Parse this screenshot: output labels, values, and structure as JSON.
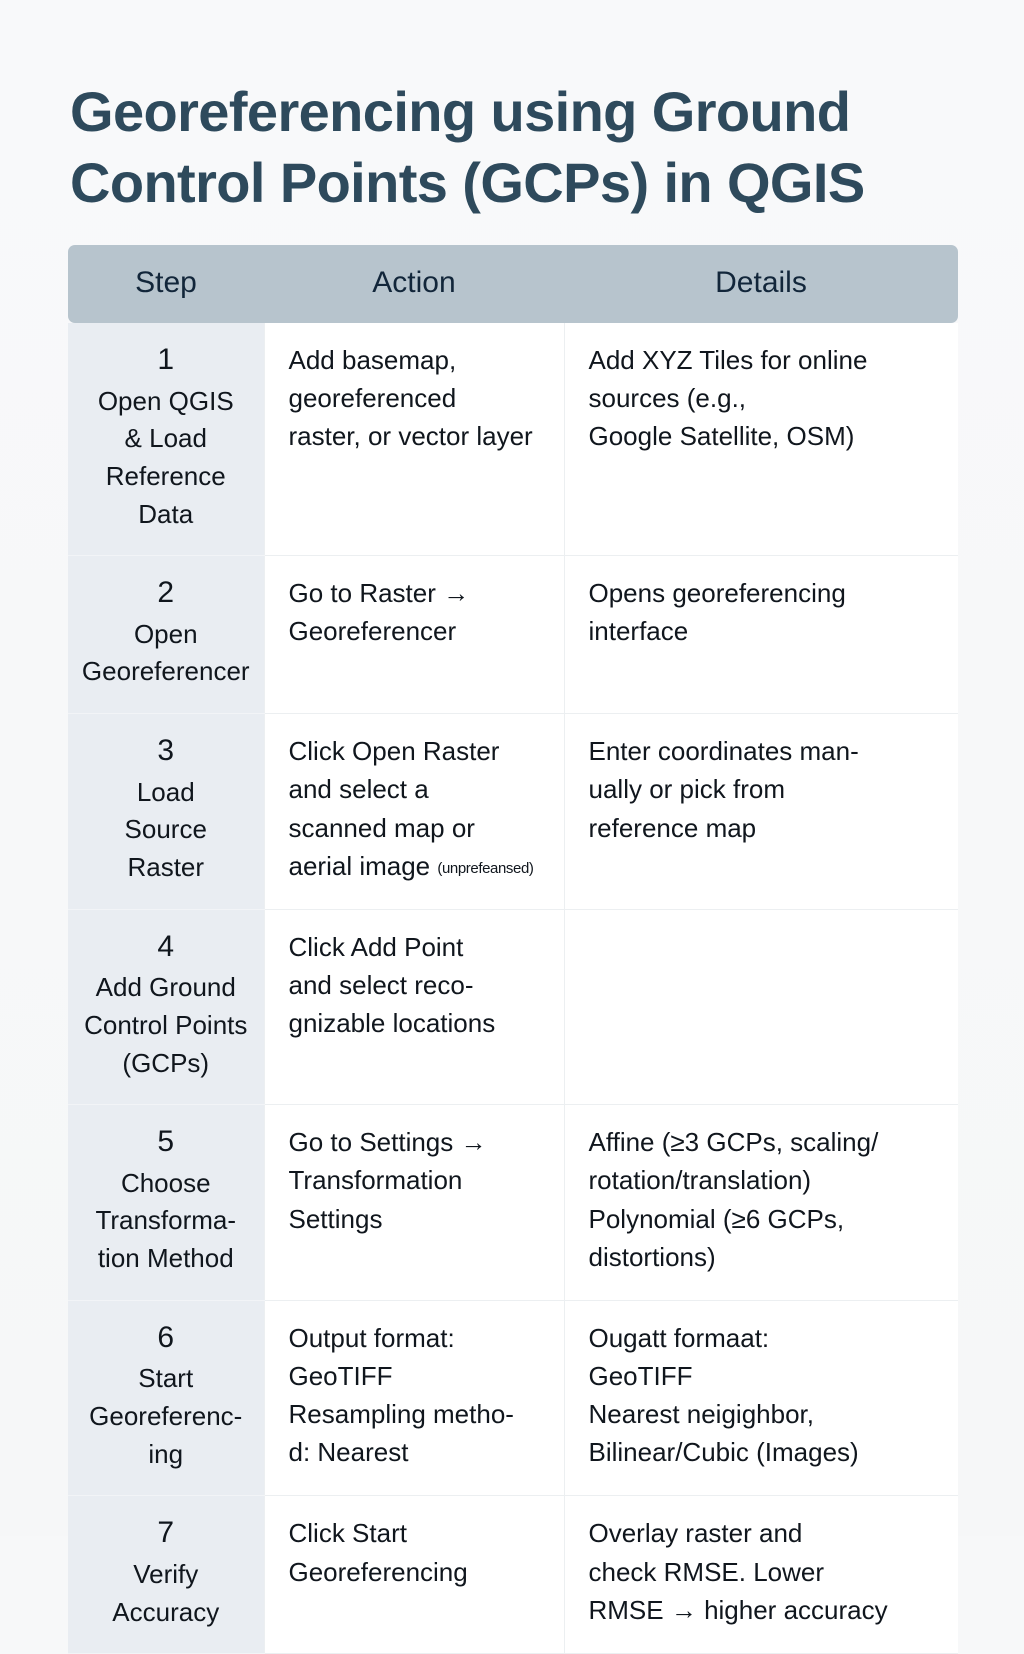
{
  "document": {
    "title": "Georeferencing using Ground Control Points (GCPs) in QGIS",
    "background_color": "#f7f8f9",
    "title_color": "#2e4a5c",
    "header_background": "#b7c4cd",
    "step_column_background": "#e9edf2"
  },
  "table": {
    "columns": [
      "Step",
      "Action",
      "Details"
    ],
    "rows": [
      {
        "number": "1",
        "step_label": "Open QGIS\n& Load\nReference Data",
        "action": "Add basemap,\ngeoreferenced\nraster, or vector layer",
        "details": "Add XYZ Tiles for online\nsources (e.g.,\nGoogle Satellite, OSM)"
      },
      {
        "number": "2",
        "step_label": "Open\nGeoreferencer",
        "action": "Go to Raster →\nGeoreferencer",
        "details": "Opens georeferencing\ninterface"
      },
      {
        "number": "3",
        "step_label": "Load\nSource\nRaster",
        "action": "Click Open Raster\nand select a\nscanned map or\naerial image ",
        "action_note": "(unprefeansed)",
        "details": "Enter coordinates man-\nually or pick from\nreference map"
      },
      {
        "number": "4",
        "step_label": "Add Ground\nControl Points\n(GCPs)",
        "action": "Click Add Point\nand select reco-\ngnizable locations",
        "details": ""
      },
      {
        "number": "5",
        "step_label": "Choose\nTransforma-\ntion Method",
        "action": "Go to Settings →\nTransformation\nSettings",
        "details": "Affine (≥3 GCPs, scaling/\nrotation/translation)\nPolynomial (≥6 GCPs,\ndistortions)"
      },
      {
        "number": "6",
        "step_label": "Start\nGeoreferenc-\ning",
        "action": "Output format:\nGeoTIFF\nResampling metho-\nd: Nearest",
        "details": "Ougatt formaat:\nGeoTIFF\nNearest neigighbor,\nBilinear/Cubic (Images)"
      },
      {
        "number": "7",
        "step_label": "Verify\nAccuracy",
        "action": "Click Start\nGeoreferencing",
        "details": "Overlay raster and\ncheck RMSE. Lower\nRMSE →  higher accuracy"
      }
    ]
  }
}
